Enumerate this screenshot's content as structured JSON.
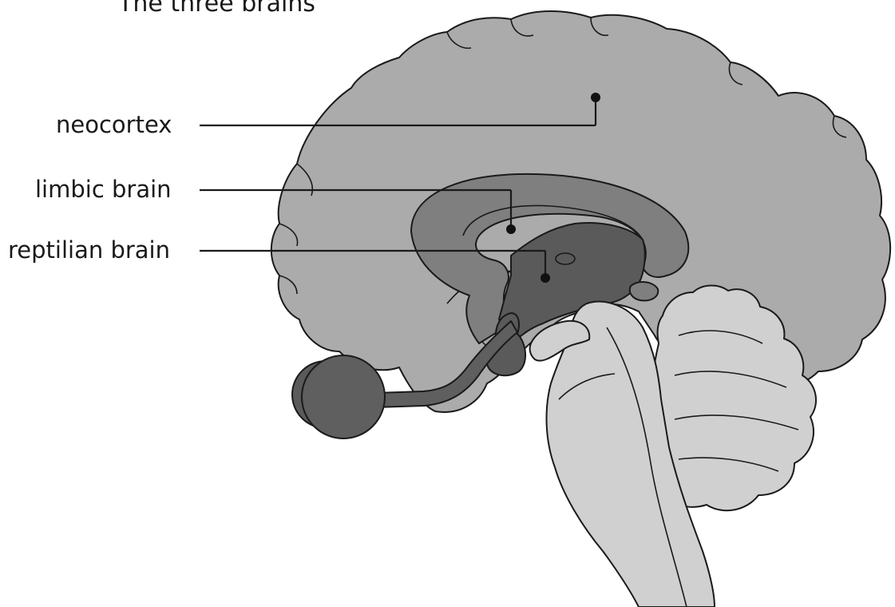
{
  "figure": {
    "title": "The three brains",
    "labels": {
      "neocortex": "neocortex",
      "limbic": "limbic brain",
      "reptilian": "reptilian brain"
    }
  },
  "colors": {
    "neocortex_fill": "#ababab",
    "limbic_fill": "#7f7f7f",
    "reptilian_fill": "#5a5a5a",
    "brainstem_fill": "#d0d0d0",
    "cerebellum_fill": "#d0d0d0",
    "olfactory_fill": "#5f5f5f",
    "outline": "#1a1a1a"
  }
}
